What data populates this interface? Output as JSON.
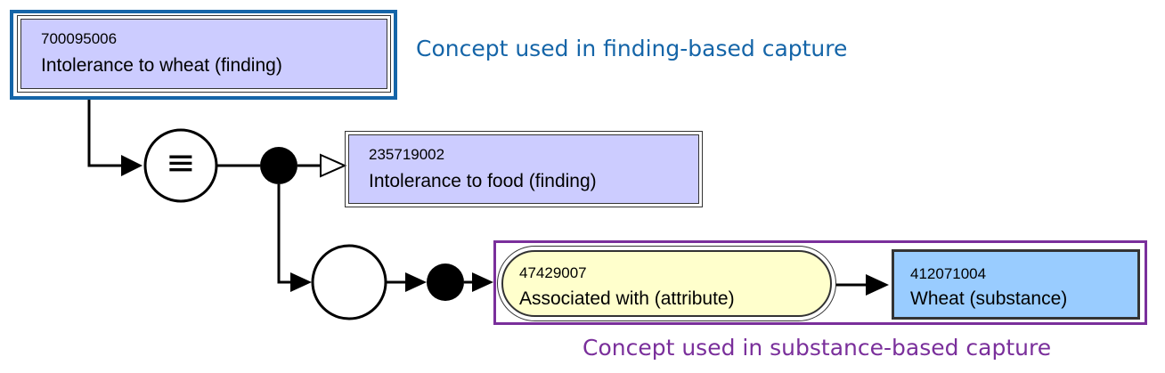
{
  "nodes": {
    "focus": {
      "id": "700095006",
      "term": "Intolerance to wheat (finding)"
    },
    "parent": {
      "id": "235719002",
      "term": "Intolerance to food (finding)"
    },
    "attribute": {
      "id": "47429007",
      "term": "Associated with (attribute)"
    },
    "value": {
      "id": "412071004",
      "term": "Wheat (substance)"
    }
  },
  "captions": {
    "finding": "Concept used in finding-based capture",
    "substance": "Concept used in substance-based capture"
  },
  "symbols": {
    "equivalence": "≡"
  },
  "colors": {
    "concept_fill": "#ccccff",
    "attribute_fill": "#ffffcc",
    "value_fill": "#99ccff",
    "finding_highlight": "#1565a8",
    "substance_highlight": "#7a2f9b"
  }
}
